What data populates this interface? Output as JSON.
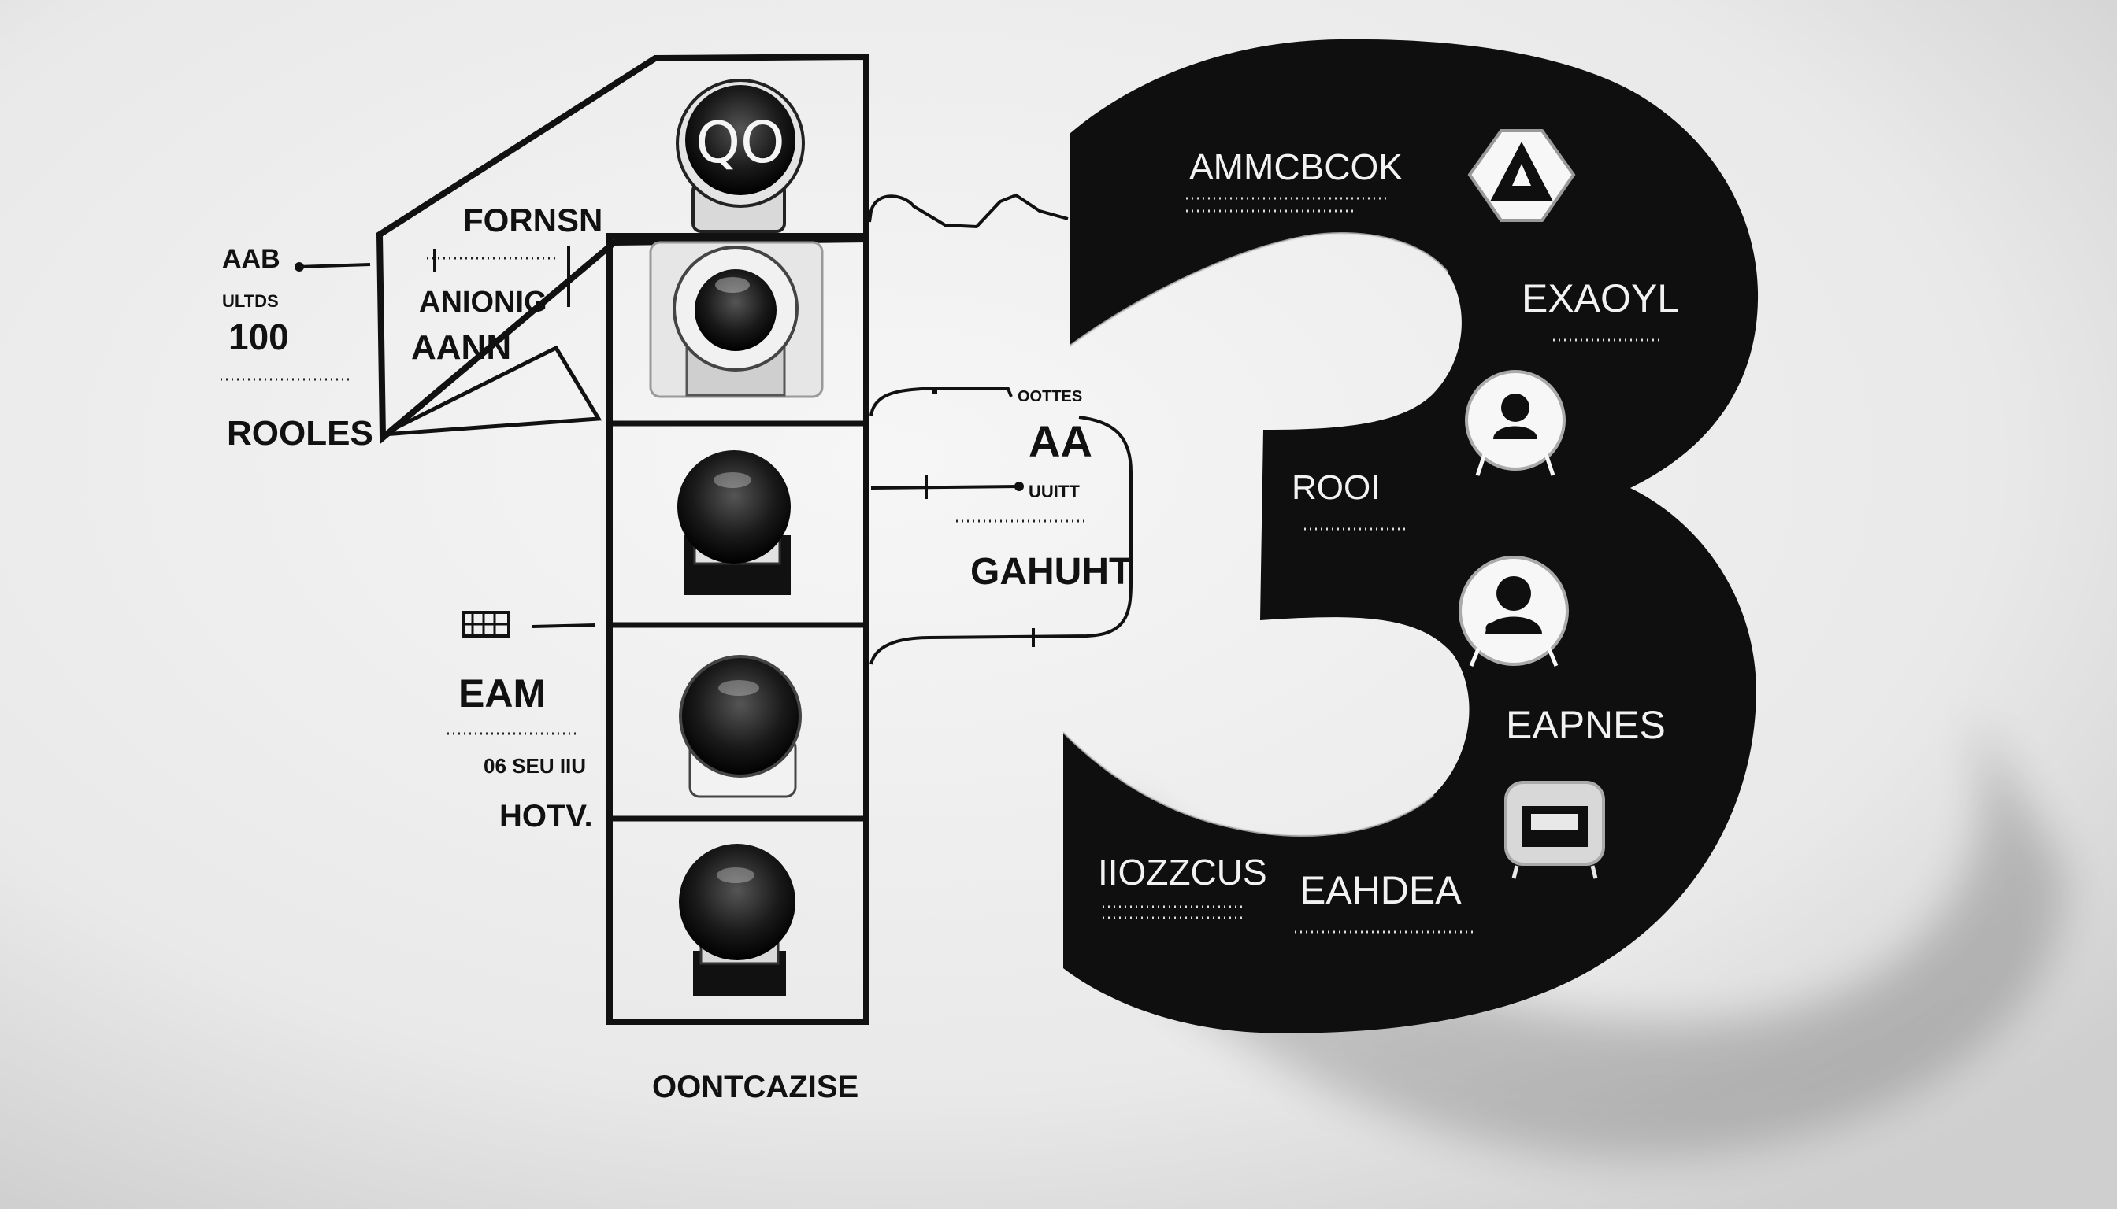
{
  "left_annotations": {
    "top_group": {
      "line1": "AAB",
      "line2": "ULTDS",
      "line3": "100",
      "line4": "ROOLES"
    },
    "bottom_group": {
      "line1": "EAM",
      "line2": "06 SEU IIU",
      "line3": "HOTV."
    }
  },
  "one_figure": {
    "header": {
      "line1": "FORNSN",
      "line2": "ANIONIG",
      "line3": "AANN"
    },
    "knob_0_text": "QO",
    "knob_count": 5
  },
  "bottom_caption": "OONTCAZISE",
  "middle_annotation": {
    "line1": "OOTTES",
    "line2": "AA",
    "line3": "UUITT",
    "line4": "GAHUHT"
  },
  "three_figure": {
    "labels": {
      "top": "AMMCBCOK",
      "right_upper": "EXAOYL",
      "middle": "ROOI",
      "right_lower": "EAPNES",
      "bottom_left": "IIOZZCUS",
      "bottom_mid": "EAHDEA"
    },
    "icons": [
      "triangle-icon",
      "person-icon",
      "person-icon",
      "screen-icon"
    ]
  },
  "colors": {
    "ink": "#111111",
    "paper": "#efefef",
    "highlight": "#f5f5f5"
  }
}
